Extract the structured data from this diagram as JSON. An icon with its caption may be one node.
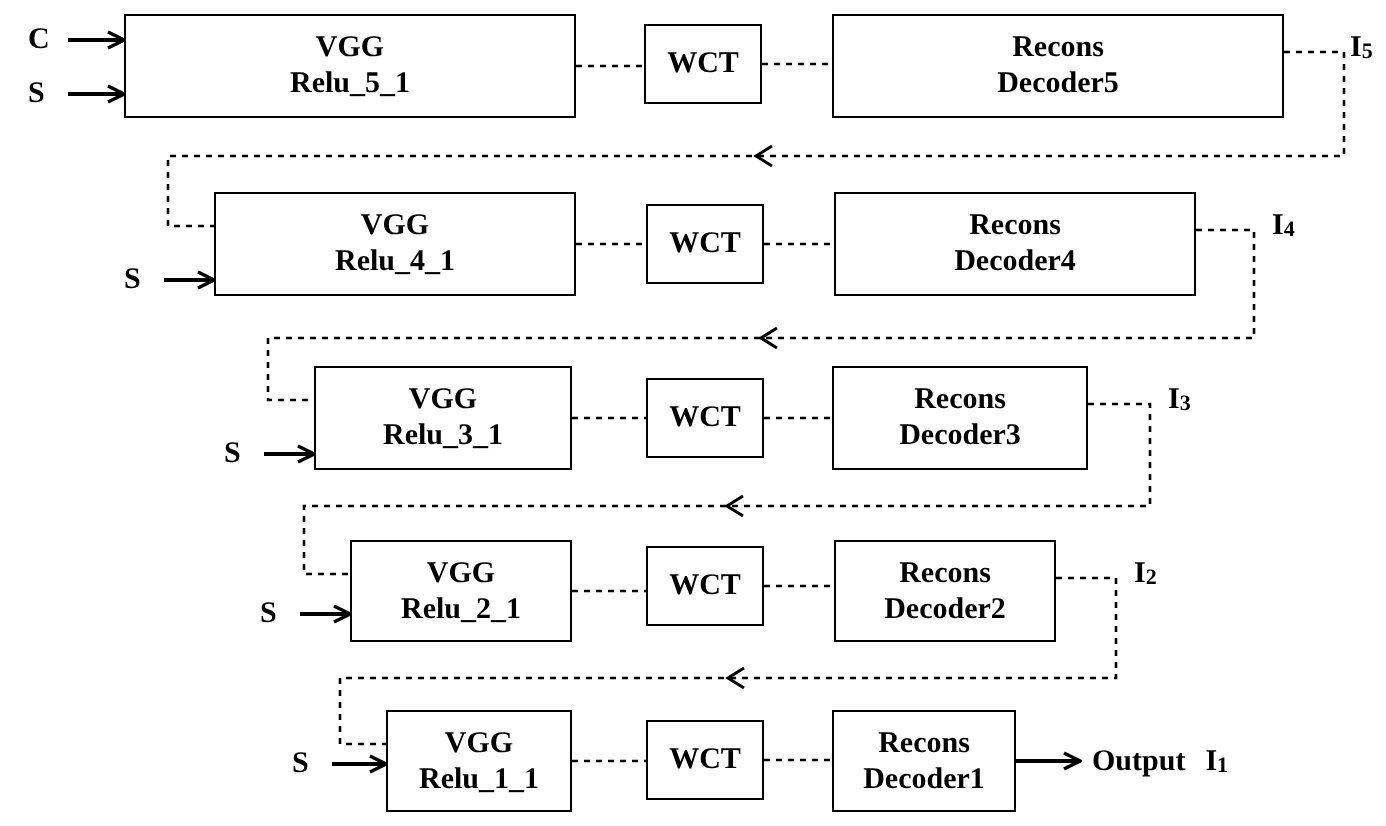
{
  "diagram": {
    "nodes": [
      {
        "text": [
          "C"
        ]
      },
      {
        "text": [
          "S"
        ]
      },
      {
        "text": [
          "VGG Relu_5_1"
        ]
      },
      {
        "text": [
          "WCT"
        ]
      },
      {
        "text": [
          "Recons Decoder5"
        ]
      },
      {
        "text": [
          "S"
        ]
      },
      {
        "text": [
          "VGG Relu_4_1"
        ]
      },
      {
        "text": [
          "WCT"
        ]
      },
      {
        "text": [
          "Recons Decoder4"
        ]
      },
      {
        "text": [
          "S"
        ]
      },
      {
        "text": [
          "VGG Relu_3_1"
        ]
      },
      {
        "text": [
          "WCT"
        ]
      },
      {
        "text": [
          "Recons Decoder3"
        ]
      },
      {
        "text": [
          "S"
        ]
      },
      {
        "text": [
          "VGG Relu_2_1"
        ]
      },
      {
        "text": [
          "WCT"
        ]
      },
      {
        "text": [
          "Recons Decoder2"
        ]
      },
      {
        "text": [
          "S"
        ]
      },
      {
        "text": [
          "VGG Relu_1_1"
        ]
      },
      {
        "text": [
          "WCT"
        ]
      },
      {
        "text": [
          "Recons Decoder1"
        ]
      },
      {
        "text": [
          "Output"
        ],
        "beside": [
          "I$_{1}$"
        ]
      }
    ],
    "edges": [
      {
        "from": 0,
        "to": 2,
        "arrow": "to"
      },
      {
        "from": 1,
        "to": 2,
        "arrow": "to"
      },
      {
        "from": 2,
        "to": 3,
        "arrow": "none",
        "style": "dashed"
      },
      {
        "from": 3,
        "to": 4,
        "arrow": "none",
        "style": "dashed"
      },
      {
        "from": 4,
        "to": 6,
        "arrow": "to",
        "style": "dashed",
        "label": "I$_{5}$"
      },
      {
        "from": 5,
        "to": 6,
        "arrow": "to"
      },
      {
        "from": 6,
        "to": 7,
        "arrow": "none",
        "style": "dashed"
      },
      {
        "from": 7,
        "to": 8,
        "arrow": "none",
        "style": "dashed"
      },
      {
        "from": 8,
        "to": 10,
        "arrow": "to",
        "style": "dashed",
        "label": "I$_{4}$"
      },
      {
        "from": 9,
        "to": 10,
        "arrow": "to"
      },
      {
        "from": 10,
        "to": 11,
        "arrow": "none",
        "style": "dashed"
      },
      {
        "from": 11,
        "to": 12,
        "arrow": "none",
        "style": "dashed"
      },
      {
        "from": 12,
        "to": 14,
        "arrow": "to",
        "style": "dashed",
        "label": "I$_{3}$"
      },
      {
        "from": 13,
        "to": 14,
        "arrow": "to"
      },
      {
        "from": 14,
        "to": 15,
        "arrow": "none",
        "style": "dashed"
      },
      {
        "from": 15,
        "to": 16,
        "arrow": "none",
        "style": "dashed"
      },
      {
        "from": 16,
        "to": 18,
        "arrow": "to",
        "style": "dashed",
        "label": "I$_{2}$"
      },
      {
        "from": 17,
        "to": 18,
        "arrow": "to"
      },
      {
        "from": 18,
        "to": 19,
        "arrow": "none",
        "style": "dashed"
      },
      {
        "from": 19,
        "to": 20,
        "arrow": "none",
        "style": "dashed"
      },
      {
        "from": 20,
        "to": 21,
        "arrow": "to"
      }
    ]
  }
}
